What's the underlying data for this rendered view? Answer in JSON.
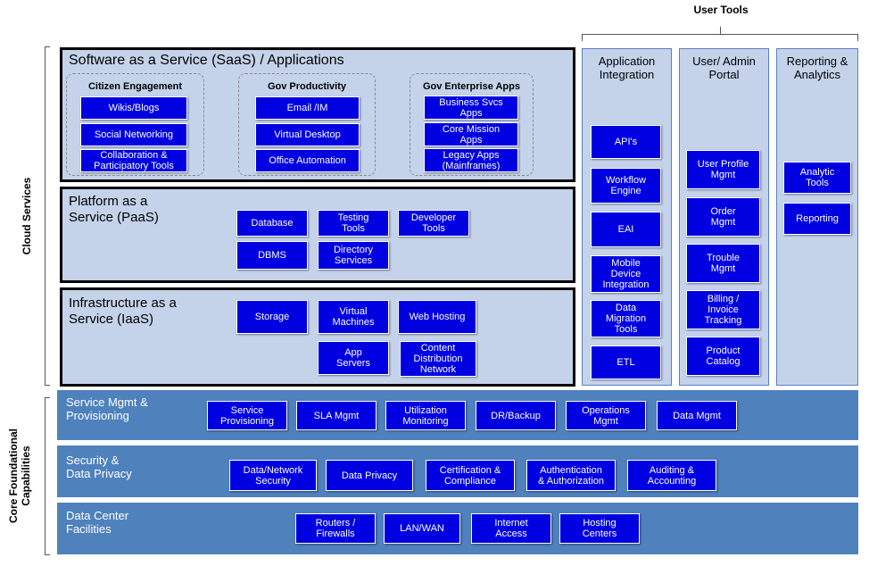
{
  "user_tools": "User Tools",
  "side": {
    "cloud_services": "Cloud Services",
    "core_capabilities": "Core Foundational\nCapabilities"
  },
  "saas": {
    "title": "Software as a Service (SaaS) / Applications",
    "groups": [
      {
        "title": "Citizen Engagement",
        "items": [
          "Wikis/Blogs",
          "Social Networking",
          "Collaboration &\nParticipatory Tools"
        ]
      },
      {
        "title": "Gov Productivity",
        "items": [
          "Email /IM",
          "Virtual Desktop",
          "Office Automation"
        ]
      },
      {
        "title": "Gov Enterprise Apps",
        "items": [
          "Business Svcs\nApps",
          "Core Mission\nApps",
          "Legacy Apps\n(Mainframes)"
        ]
      }
    ]
  },
  "paas": {
    "title": "Platform as a\nService (PaaS)",
    "items": [
      "Database",
      "Testing\nTools",
      "Developer\nTools",
      "DBMS",
      "Directory\nServices"
    ]
  },
  "iaas": {
    "title": "Infrastructure as a\nService (IaaS)",
    "items": [
      "Storage",
      "Virtual\nMachines",
      "Web Hosting",
      "App\nServers",
      "Content\nDistribution\nNetwork"
    ]
  },
  "columns": [
    {
      "title": "Application\nIntegration",
      "items": [
        "API's",
        "Workflow\nEngine",
        "EAI",
        "Mobile\nDevice\nIntegration",
        "Data\nMigration\nTools",
        "ETL"
      ]
    },
    {
      "title": "User/ Admin\nPortal",
      "items": [
        "User Profile\nMgmt",
        "Order\nMgmt",
        "Trouble\nMgmt",
        "Billing /\nInvoice\nTracking",
        "Product\nCatalog"
      ]
    },
    {
      "title": "Reporting &\nAnalytics",
      "items": [
        "Analytic\nTools",
        "Reporting"
      ]
    }
  ],
  "bands": [
    {
      "title": "Service Mgmt &\nProvisioning",
      "items": [
        "Service\nProvisioning",
        "SLA Mgmt",
        "Utilization\nMonitoring",
        "DR/Backup",
        "Operations\nMgmt",
        "Data Mgmt"
      ]
    },
    {
      "title": "Security &\nData Privacy",
      "items": [
        "Data/Network\nSecurity",
        "Data Privacy",
        "Certification &\nCompliance",
        "Authentication\n& Authorization",
        "Auditing &\nAccounting"
      ]
    },
    {
      "title": "Data Center\nFacilities",
      "items": [
        "Routers /\nFirewalls",
        "LAN/WAN",
        "Internet\nAccess",
        "Hosting\nCenters"
      ]
    }
  ],
  "colors": {
    "box": "#0000e1",
    "panel": "#c5d3ea",
    "band": "#4f81bd"
  }
}
